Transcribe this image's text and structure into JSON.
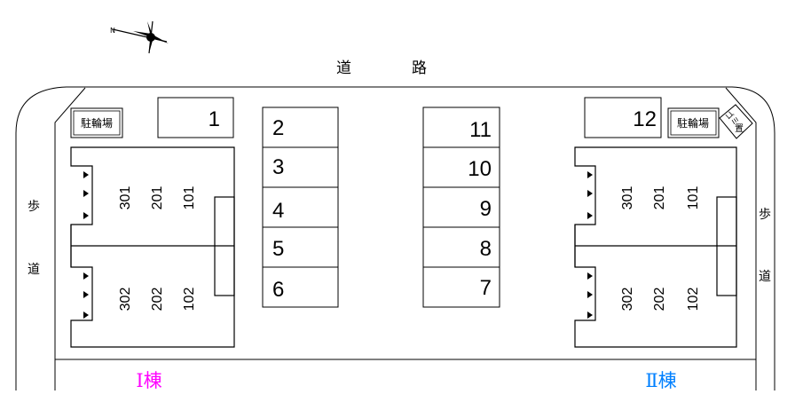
{
  "road_label": "道　　　　路",
  "sidewalk_left": [
    "歩",
    "道"
  ],
  "sidewalk_right": [
    "歩",
    "道"
  ],
  "bicycle_parking_label": "駐輪場",
  "garbage_label": [
    "ゴミ",
    "置"
  ],
  "parking_spaces": {
    "left_top": "1",
    "left_column": [
      "2",
      "3",
      "4",
      "5",
      "6"
    ],
    "right_column": [
      "11",
      "10",
      "9",
      "8",
      "7"
    ],
    "right_top": "12"
  },
  "building_1": {
    "label": "Ⅰ棟",
    "label_color": "#ff00ff",
    "units_upper": [
      "301",
      "201",
      "101"
    ],
    "units_lower": [
      "302",
      "202",
      "102"
    ]
  },
  "building_2": {
    "label": "Ⅱ棟",
    "label_color": "#0080ff",
    "units_upper": [
      "301",
      "201",
      "101"
    ],
    "units_lower": [
      "302",
      "202",
      "102"
    ]
  }
}
